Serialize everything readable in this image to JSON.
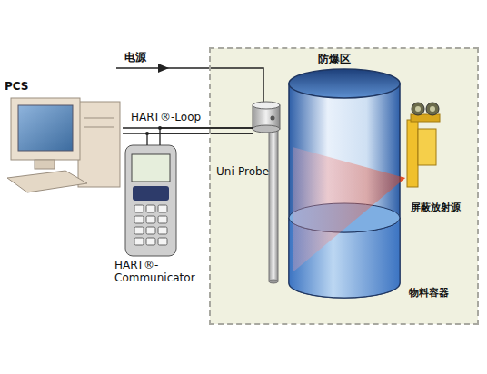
{
  "diagram": {
    "nodes": [
      {
        "text": [
          "PCS"
        ]
      },
      {
        "text": [
          "防爆区"
        ]
      },
      {
        "text": [
          "Uni-Probe"
        ],
        "in": 1
      },
      {
        "text": [
          "屏蔽放射源"
        ],
        "in": 1
      },
      {
        "text": [
          "HART®- Communicator"
        ]
      },
      {
        "text": [
          "物料容器"
        ],
        "in": 1
      }
    ],
    "edges": [
      {
        "from": 0,
        "to": 2,
        "arrow": "none",
        "label": "HART®-Loop"
      },
      {
        "from": 4,
        "to": 2,
        "arrow": "none"
      }
    ],
    "labels": [
      "电源"
    ]
  }
}
